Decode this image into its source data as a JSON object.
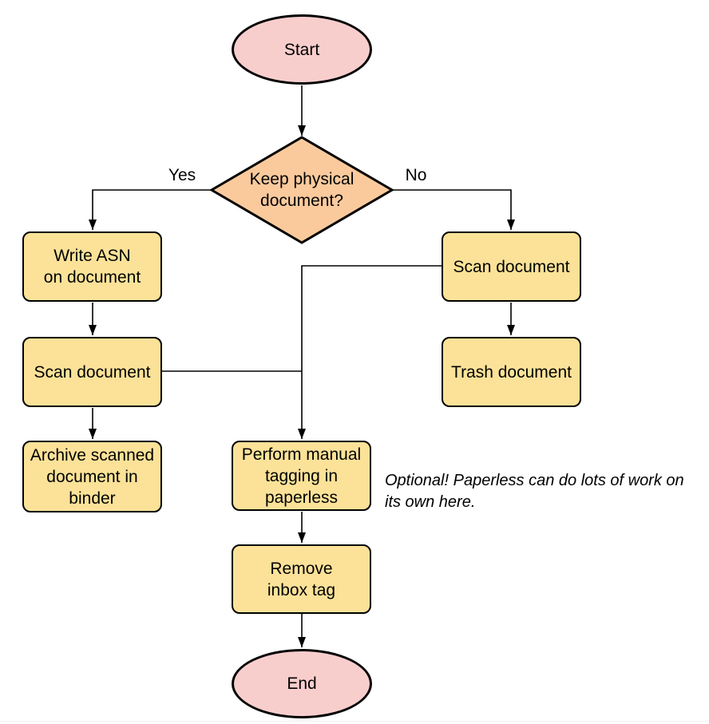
{
  "diagram": {
    "nodes": {
      "start": {
        "label": "Start"
      },
      "decision": {
        "label": "Keep physical\ndocument?"
      },
      "write_asn": {
        "label": "Write ASN\non document"
      },
      "scan_left": {
        "label": "Scan document"
      },
      "archive": {
        "label": "Archive scanned\ndocument in\nbinder"
      },
      "scan_right": {
        "label": "Scan document"
      },
      "trash": {
        "label": "Trash document"
      },
      "tagging": {
        "label": "Perform manual\ntagging in\npaperless"
      },
      "remove_inbox": {
        "label": "Remove\ninbox tag"
      },
      "end": {
        "label": "End"
      }
    },
    "edge_labels": {
      "yes": "Yes",
      "no": "No"
    },
    "note": "Optional! Paperless can do lots of work on\nits own here.",
    "colors": {
      "terminator_fill": "#F8CECD",
      "decision_fill": "#FACA9D",
      "process_fill": "#FBE298",
      "stroke": "#000000",
      "note_text": "#000000"
    }
  }
}
